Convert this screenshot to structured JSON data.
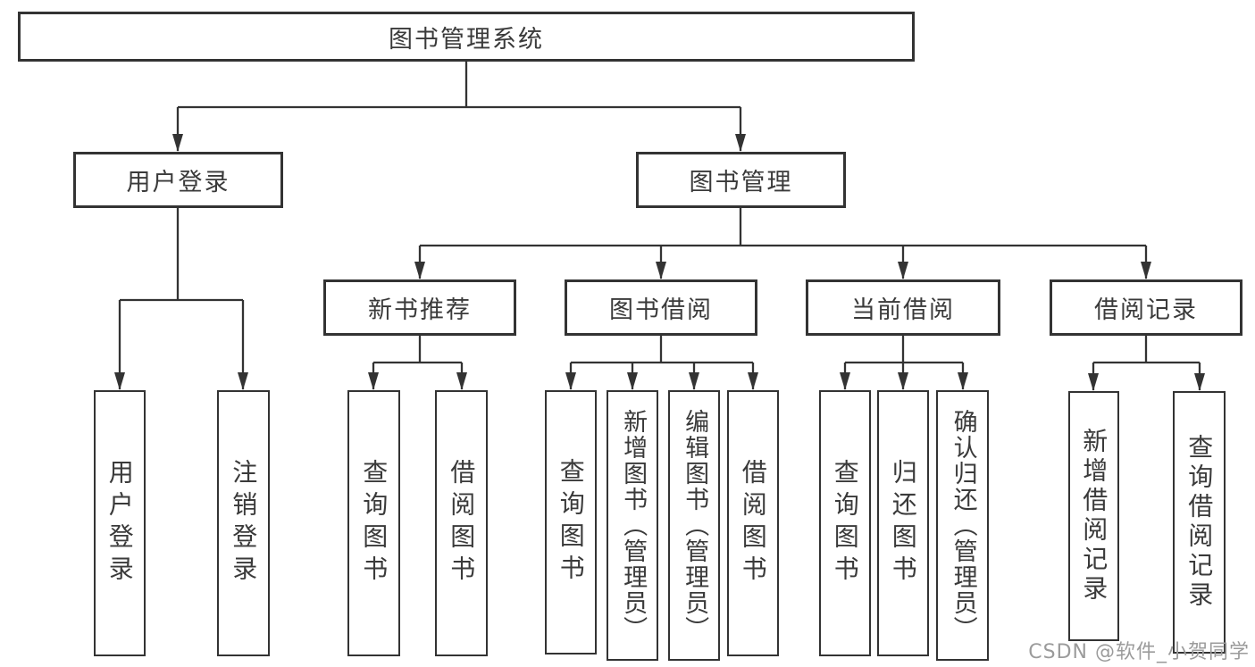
{
  "diagram": {
    "type": "tree",
    "root": {
      "label": "图书管理系统",
      "children": [
        {
          "label": "用户登录",
          "children": [
            {
              "label": "用户登录"
            },
            {
              "label": "注销登录"
            }
          ]
        },
        {
          "label": "图书管理",
          "children": [
            {
              "label": "新书推荐",
              "children": [
                {
                  "label": "查询图书"
                },
                {
                  "label": "借阅图书"
                }
              ]
            },
            {
              "label": "图书借阅",
              "children": [
                {
                  "label": "查询图书"
                },
                {
                  "label": "新增图书（管理员）"
                },
                {
                  "label": "编辑图书（管理员）"
                },
                {
                  "label": "借阅图书"
                }
              ]
            },
            {
              "label": "当前借阅",
              "children": [
                {
                  "label": "查询图书"
                },
                {
                  "label": "归还图书"
                },
                {
                  "label": "确认归还（管理员）"
                }
              ]
            },
            {
              "label": "借阅记录",
              "children": [
                {
                  "label": "新增借阅记录"
                },
                {
                  "label": "查询借阅记录"
                }
              ]
            }
          ]
        }
      ]
    }
  },
  "watermark": {
    "text": "CSDN @软件_小贺同学"
  },
  "colors": {
    "line_color": "#333333",
    "text_color": "#3a3a3a",
    "border_color": "#333333",
    "watermark_color": "#9b9b9b",
    "bg_color": "#ffffff"
  }
}
